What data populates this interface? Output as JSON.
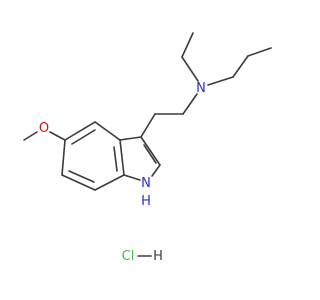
{
  "molecule": {
    "atoms": {
      "amine_nitrogen": "N",
      "methoxy_oxygen": "O",
      "indole_nitrogen": "N",
      "indole_hydrogen": "H"
    },
    "salt": {
      "chlorine": "Cl",
      "hydrogen": "H"
    }
  },
  "colors": {
    "bond": "#3b3b3b",
    "nitrogen": "#2233cc",
    "oxygen": "#dd1111",
    "chlorine": "#40c040"
  }
}
